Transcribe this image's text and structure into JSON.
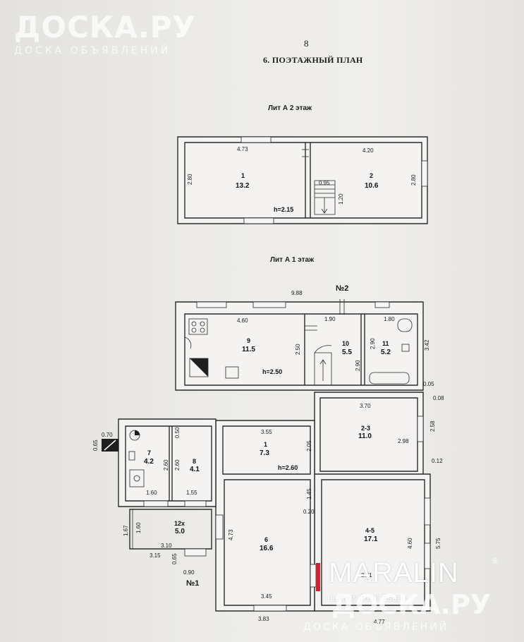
{
  "watermark": {
    "logo": "ДОСКА.РУ",
    "subtitle": "ДОСКА ОБЪЯВЛЕНИЙ"
  },
  "document": {
    "page_number": "8",
    "section_title": "6.    ПОЭТАЖНЫЙ ПЛАН"
  },
  "floor2": {
    "title": "Лит А 2 этаж",
    "height": "h=2.15",
    "dims": [
      "4.73",
      "4.20",
      "2.80",
      "0.95",
      "1.20",
      "2.80"
    ],
    "rooms": [
      {
        "num": "1",
        "area": "13.2"
      },
      {
        "num": "2",
        "area": "10.6"
      }
    ]
  },
  "floor1": {
    "title": "Лит А 1 этаж",
    "markers": [
      "№2",
      "№1"
    ],
    "heights": [
      "h=2.50",
      "h=2.60"
    ],
    "dims": [
      "9.88",
      "4.60",
      "1.90",
      "1.80",
      "2.50",
      "2.90",
      "2.90",
      "3.42",
      "0.05",
      "0.08",
      "3.70",
      "2.58",
      "2.98",
      "0.12",
      "0.70",
      "0.65",
      "0.50",
      "3.55",
      "2.60",
      "2.60",
      "2.05",
      "1.60",
      "1.55",
      "1.45",
      "0.20",
      "1.67",
      "1.60",
      "3.10",
      "4.73",
      "5.75",
      "4.60",
      "3.15",
      "0.65",
      "0.90",
      "3.45",
      "3.71",
      "3.83",
      "4.77"
    ],
    "rooms": [
      {
        "num": "9",
        "area": "11.5"
      },
      {
        "num": "10",
        "area": "5.5"
      },
      {
        "num": "11",
        "area": "5.2"
      },
      {
        "num": "2-3",
        "area": "11.0"
      },
      {
        "num": "7",
        "area": "4.2"
      },
      {
        "num": "8",
        "area": "4.1"
      },
      {
        "num": "1",
        "area": "7.3"
      },
      {
        "num": "12х",
        "area": "5.0"
      },
      {
        "num": "6",
        "area": "16.6"
      },
      {
        "num": "4-5",
        "area": "17.1"
      }
    ]
  },
  "brand": {
    "name": "MARALIN",
    "reg": "®",
    "tagline": "Luxury Real Estate"
  }
}
